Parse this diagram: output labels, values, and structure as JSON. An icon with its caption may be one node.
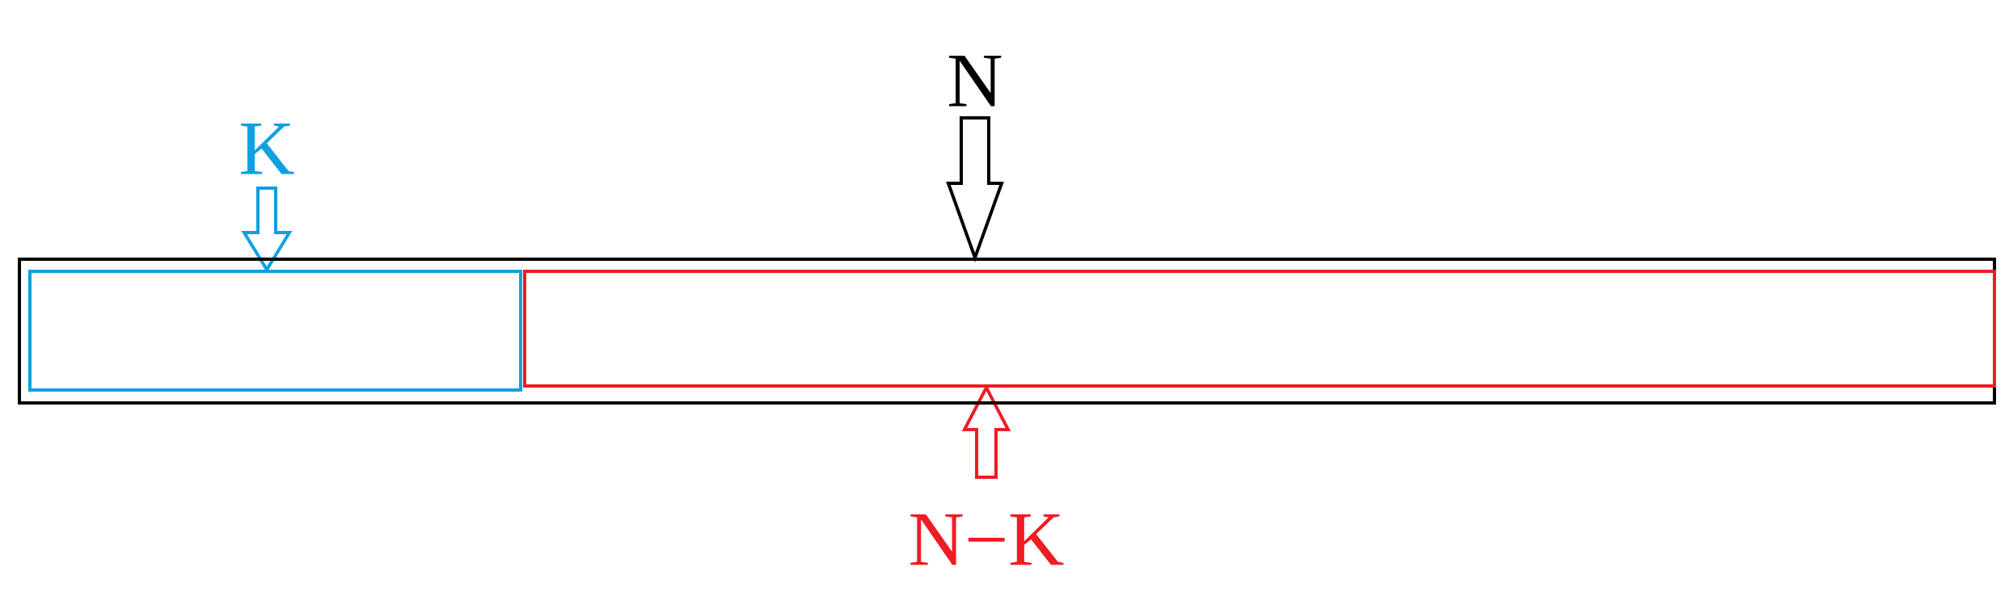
{
  "diagram": {
    "nodes": [
      {
        "text": [],
        "shape": "box"
      },
      {
        "text": [],
        "shape": "box",
        "in": 0
      },
      {
        "text": [],
        "shape": "box",
        "in": 0
      },
      {
        "text": [
          "K"
        ]
      },
      {
        "text": [
          "N"
        ]
      },
      {
        "text": [
          "N−K"
        ]
      }
    ],
    "edges": [
      {
        "from": 3,
        "to": 1,
        "arrow": "to",
        "style": "thick",
        "color": "#0ea0e0"
      },
      {
        "from": 4,
        "to": 0,
        "arrow": "to",
        "style": "thick",
        "color": "#000000"
      },
      {
        "from": 5,
        "to": 2,
        "arrow": "to",
        "style": "thick",
        "color": "#ee1c24"
      }
    ]
  }
}
